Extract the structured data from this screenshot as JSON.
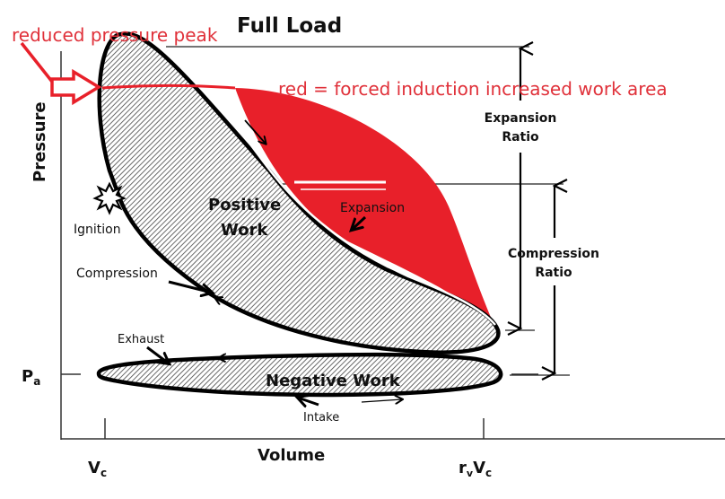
{
  "title": "Full Load",
  "axes": {
    "y_label": "Pressure",
    "x_label": "Volume",
    "y_marker": "P",
    "y_marker_sub": "a",
    "x_marker_left": "V",
    "x_marker_left_sub": "c",
    "x_marker_right_pre": "r",
    "x_marker_right_pre_sub": "v",
    "x_marker_right": "V",
    "x_marker_right_sub": "c"
  },
  "regions": {
    "positive_work_line1": "Positive",
    "positive_work_line2": "Work",
    "negative_work": "Negative Work"
  },
  "process_labels": {
    "ignition": "Ignition",
    "compression": "Compression",
    "expansion": "Expansion",
    "exhaust": "Exhaust",
    "intake": "Intake"
  },
  "ratios": {
    "expansion_line1": "Expansion",
    "expansion_line2": "Ratio",
    "compression_line1": "Compression",
    "compression_line2": "Ratio"
  },
  "annotations": {
    "reduced_peak": "reduced pressure peak",
    "red_legend": "red = forced induction increased work area"
  },
  "colors": {
    "accent_red": "#e8202a",
    "annotation_red": "#e0313a",
    "outline": "#000000"
  }
}
